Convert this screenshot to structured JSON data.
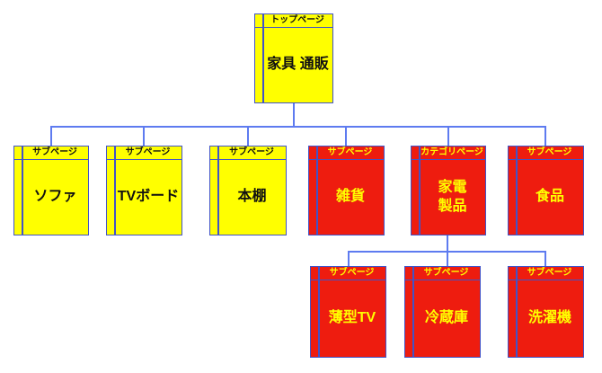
{
  "diagram": {
    "type": "sitemap-tree",
    "colors": {
      "yellow_page": "#ffff00",
      "red_page": "#ee1c0f",
      "box_border": "#4153c8",
      "connector_line": "#5e7bf0",
      "dark_text": "#111111"
    },
    "root": {
      "tag": "トップページ",
      "label": "家具 通販",
      "variant": "yellow"
    },
    "level2": [
      {
        "tag": "サブページ",
        "label": "ソファ",
        "variant": "yellow"
      },
      {
        "tag": "サブページ",
        "label": "TVボード",
        "variant": "yellow"
      },
      {
        "tag": "サブページ",
        "label": "本棚",
        "variant": "yellow"
      },
      {
        "tag": "サブページ",
        "label": "雑貨",
        "variant": "red"
      },
      {
        "tag": "カテゴリページ",
        "label": "家電\n製品",
        "variant": "red"
      },
      {
        "tag": "サブページ",
        "label": "食品",
        "variant": "red"
      }
    ],
    "level3": [
      {
        "tag": "サブページ",
        "label": "薄型TV",
        "variant": "red"
      },
      {
        "tag": "サブページ",
        "label": "冷蔵庫",
        "variant": "red"
      },
      {
        "tag": "サブページ",
        "label": "洗濯機",
        "variant": "red"
      }
    ]
  }
}
